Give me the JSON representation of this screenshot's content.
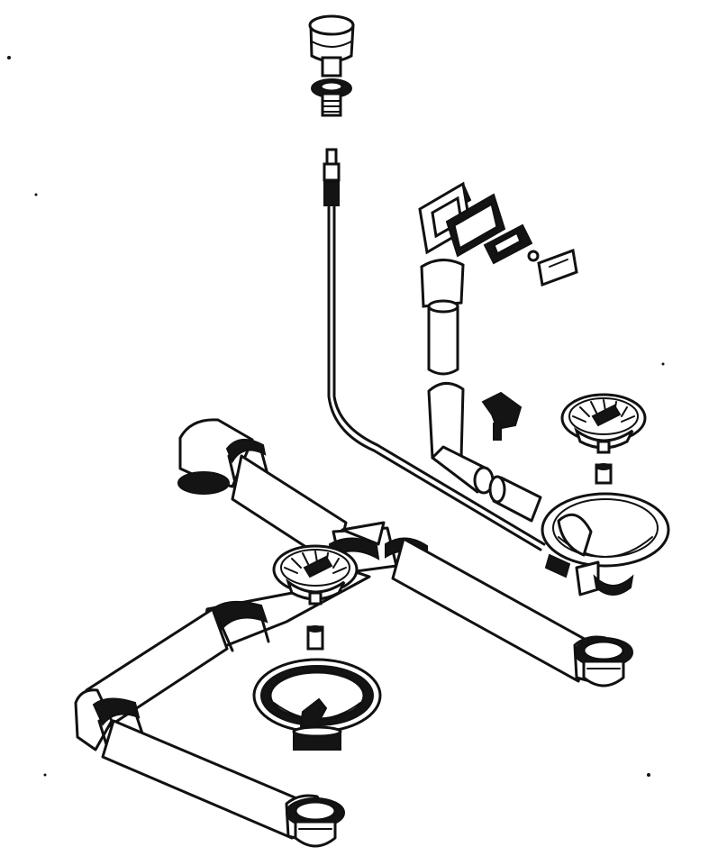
{
  "diagram": {
    "colors": {
      "line": "#111111",
      "background": "#ffffff",
      "fill_dark": "#141414",
      "fill_grey": "#9a9a9a"
    },
    "parts": [
      "pop-up-knob",
      "control-cable",
      "overflow-cover",
      "overflow-standpipe",
      "strainer-basket",
      "waste-bowl",
      "waste-pipe-assembly"
    ]
  }
}
